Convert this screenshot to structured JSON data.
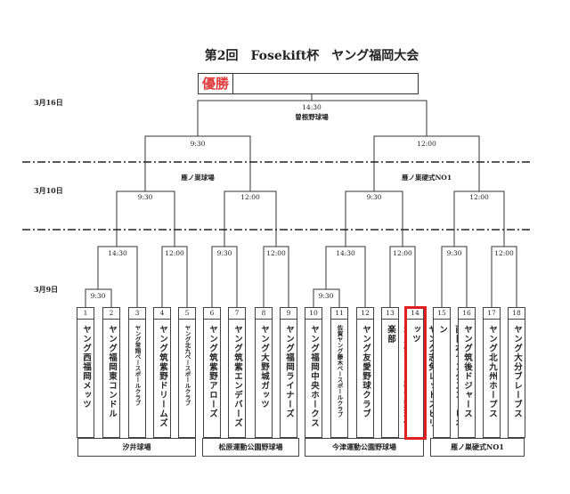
{
  "title": "第2回　Fosekift杯　ヤング福岡大会",
  "champion_label": "優勝",
  "dates": {
    "final": "3月16日",
    "quarter": "3月10日",
    "first": "3月9日"
  },
  "final": {
    "time": "14:30",
    "venue": "曽根野球場"
  },
  "semis": [
    {
      "time": "9:30",
      "venue": "雁ノ巣球場"
    },
    {
      "time": "12:00",
      "venue": "雁ノ巣硬式NO1"
    }
  ],
  "quarters": [
    "9:30",
    "12:00",
    "9:30",
    "12:00"
  ],
  "round2": [
    "14:30",
    "12:00",
    "9:30",
    "12:00",
    "14:30",
    "12:00",
    "9:30",
    "12:00"
  ],
  "round1": [
    "9:30",
    "9:30"
  ],
  "teams": [
    {
      "num": "1",
      "name": "ヤング西福岡メッツ"
    },
    {
      "num": "2",
      "name": "ヤング福岡東コンドル"
    },
    {
      "num": "3",
      "name": "ヤング常翔ベースボールクラブ"
    },
    {
      "num": "4",
      "name": "ヤング筑紫野ドリームズ"
    },
    {
      "num": "5",
      "name": "ヤング北九ベースボールクラブ"
    },
    {
      "num": "6",
      "name": "ヤング筑紫野アローズ"
    },
    {
      "num": "7",
      "name": "ヤング筑紫エンデバーズ"
    },
    {
      "num": "8",
      "name": "ヤング大野城ガッツ"
    },
    {
      "num": "9",
      "name": "ヤング福岡ライナーズ"
    },
    {
      "num": "10",
      "name": "ヤング福岡中央ホークス"
    },
    {
      "num": "11",
      "name": "佐賀ヤング藤木ベースボールクラブ"
    },
    {
      "num": "12",
      "name": "ヤング友愛野球クラブ"
    },
    {
      "num": "13",
      "name": "北九州ヤング硬式野球倶楽部"
    },
    {
      "num": "14",
      "name": "ヤング志免レッドスピリッツ"
    },
    {
      "num": "15",
      "name": "西日本ヤングスコーピオン"
    },
    {
      "num": "16",
      "name": "ヤング筑後ドジャース"
    },
    {
      "num": "17",
      "name": "ヤング北九州ホープス"
    },
    {
      "num": "18",
      "name": "ヤング大分ブレーブス"
    }
  ],
  "venues": [
    "汐井球場",
    "松原運動公園野球場",
    "今津運動公園野球場",
    "雁ノ巣硬式NO1"
  ],
  "highlight_color": "#e02020"
}
